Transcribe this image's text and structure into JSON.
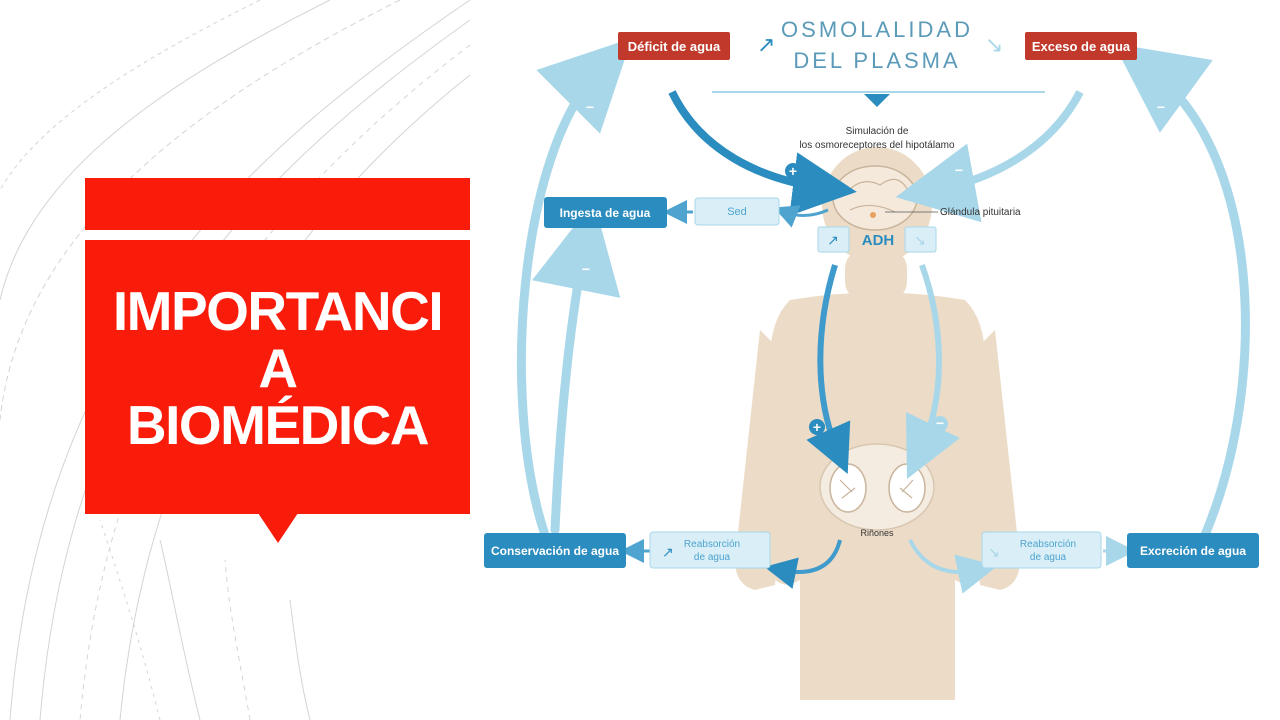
{
  "slide": {
    "title_lines": [
      "IMPORTANCI",
      "A",
      "BIOMÉDICA"
    ]
  },
  "diagram": {
    "header_line1": "OSMOLALIDAD",
    "header_line2": "DEL PLASMA",
    "deficit": "Déficit de agua",
    "excess": "Exceso de agua",
    "stimulation_line1": "Simulación de",
    "stimulation_line2": "los osmoreceptores del hipotálamo",
    "water_intake": "Ingesta de agua",
    "thirst": "Sed",
    "pituitary": "Glándula pituitaria",
    "adh": "ADH",
    "kidneys": "Riñones",
    "conservation": "Conservación de agua",
    "reabsorption_left_line1": "Reabsorción",
    "reabsorption_left_line2": "de agua",
    "reabsorption_right_line1": "Reabsorción",
    "reabsorption_right_line2": "de agua",
    "excretion": "Excreción de agua",
    "plus_sign": "+",
    "minus_sign": "−",
    "arrow_up": "↗",
    "arrow_down": "↘"
  },
  "colors": {
    "accent_red": "#f91c0a",
    "box_red": "#c0392b",
    "box_blue": "#2b8cbf",
    "light_blue": "#a9d7ea",
    "pale_blue": "#d9eef6",
    "body_beige": "#ecdcc7",
    "title_blue": "#5b9ab8"
  }
}
